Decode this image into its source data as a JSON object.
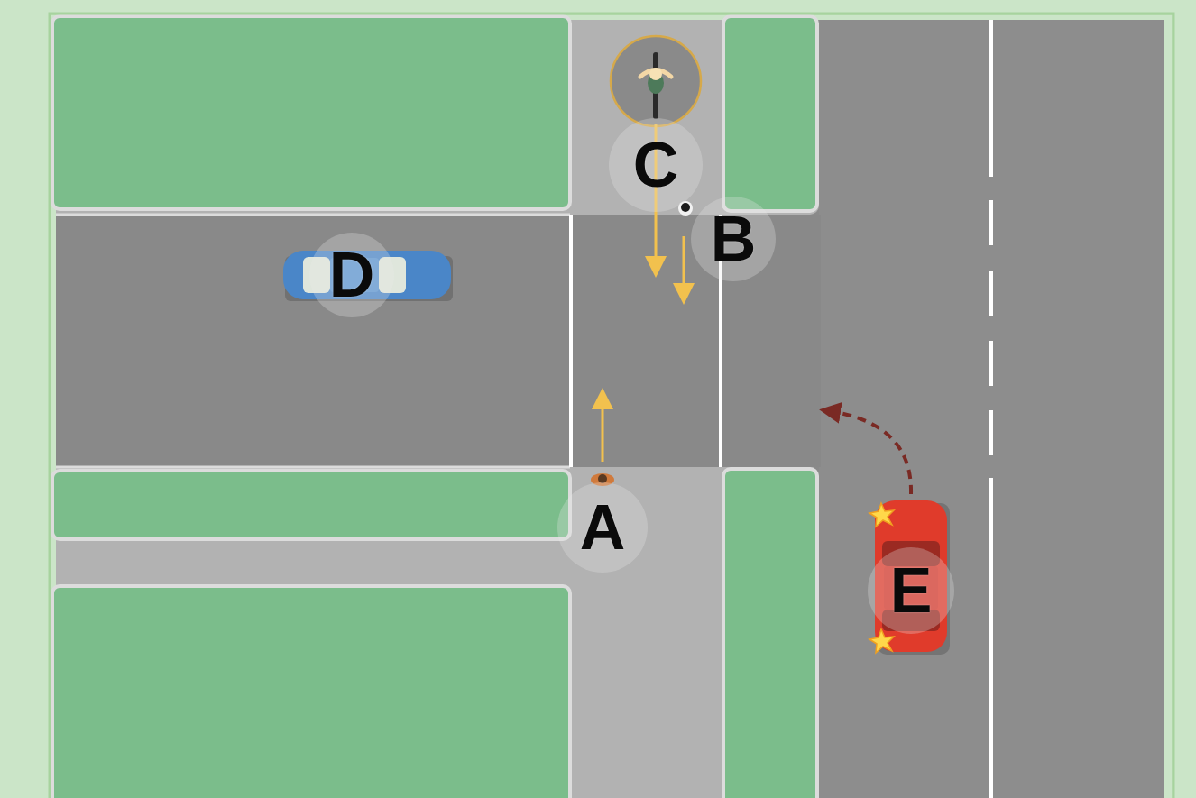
{
  "diagram": {
    "nodes": [
      {
        "text": [
          "C"
        ]
      },
      {
        "text": [
          "B"
        ]
      },
      {
        "text": [
          "D"
        ]
      },
      {
        "text": [
          "A"
        ]
      },
      {
        "text": [
          "E"
        ]
      }
    ]
  }
}
